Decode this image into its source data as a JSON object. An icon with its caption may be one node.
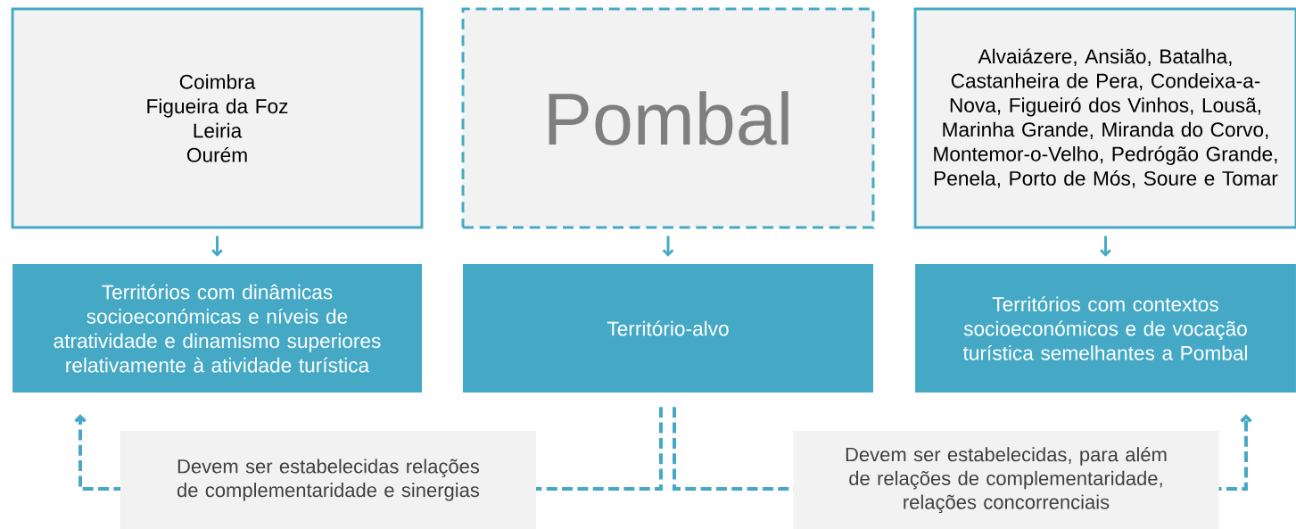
{
  "diagram": {
    "nodes": [
      {
        "text": [
          "Coimbra",
          "Figueira da Foz",
          "Leiria",
          "Ourém"
        ]
      },
      {
        "text": [
          "Pombal"
        ]
      },
      {
        "text": [
          "Alvaiázere, Ansião, Batalha, Castanheira de Pera, Condeixa-a-Nova, Figueiró dos Vinhos, Lousã, Marinha Grande, Miranda do Corvo, Montemor-o-Velho, Pedrógão Grande, Penela, Porto de Mós, Soure e Tomar"
        ]
      },
      {
        "text": [
          "Territórios com dinâmicas socioeconómicas e níveis de atratividade e dinamismo superiores relativamente à atividade turística"
        ]
      },
      {
        "text": [
          "Território-alvo"
        ]
      },
      {
        "text": [
          "Territórios com contextos socioeconómicos e de vocação turística semelhantes a Pombal"
        ]
      }
    ],
    "edges": [
      {
        "from": 0,
        "to": 3,
        "arrow": "to"
      },
      {
        "from": 1,
        "to": 4,
        "arrow": "to"
      },
      {
        "from": 2,
        "to": 5,
        "arrow": "to"
      },
      {
        "from": 4,
        "to": 3,
        "arrow": "to",
        "style": "dashed",
        "label": "Devem ser estabelecidas relações de complementaridade e sinergias"
      },
      {
        "from": 4,
        "to": 5,
        "arrow": "to",
        "style": "dashed",
        "label": "Devem ser estabelecidas, para além de relações de complementaridade, relações concorrenciais"
      }
    ]
  }
}
